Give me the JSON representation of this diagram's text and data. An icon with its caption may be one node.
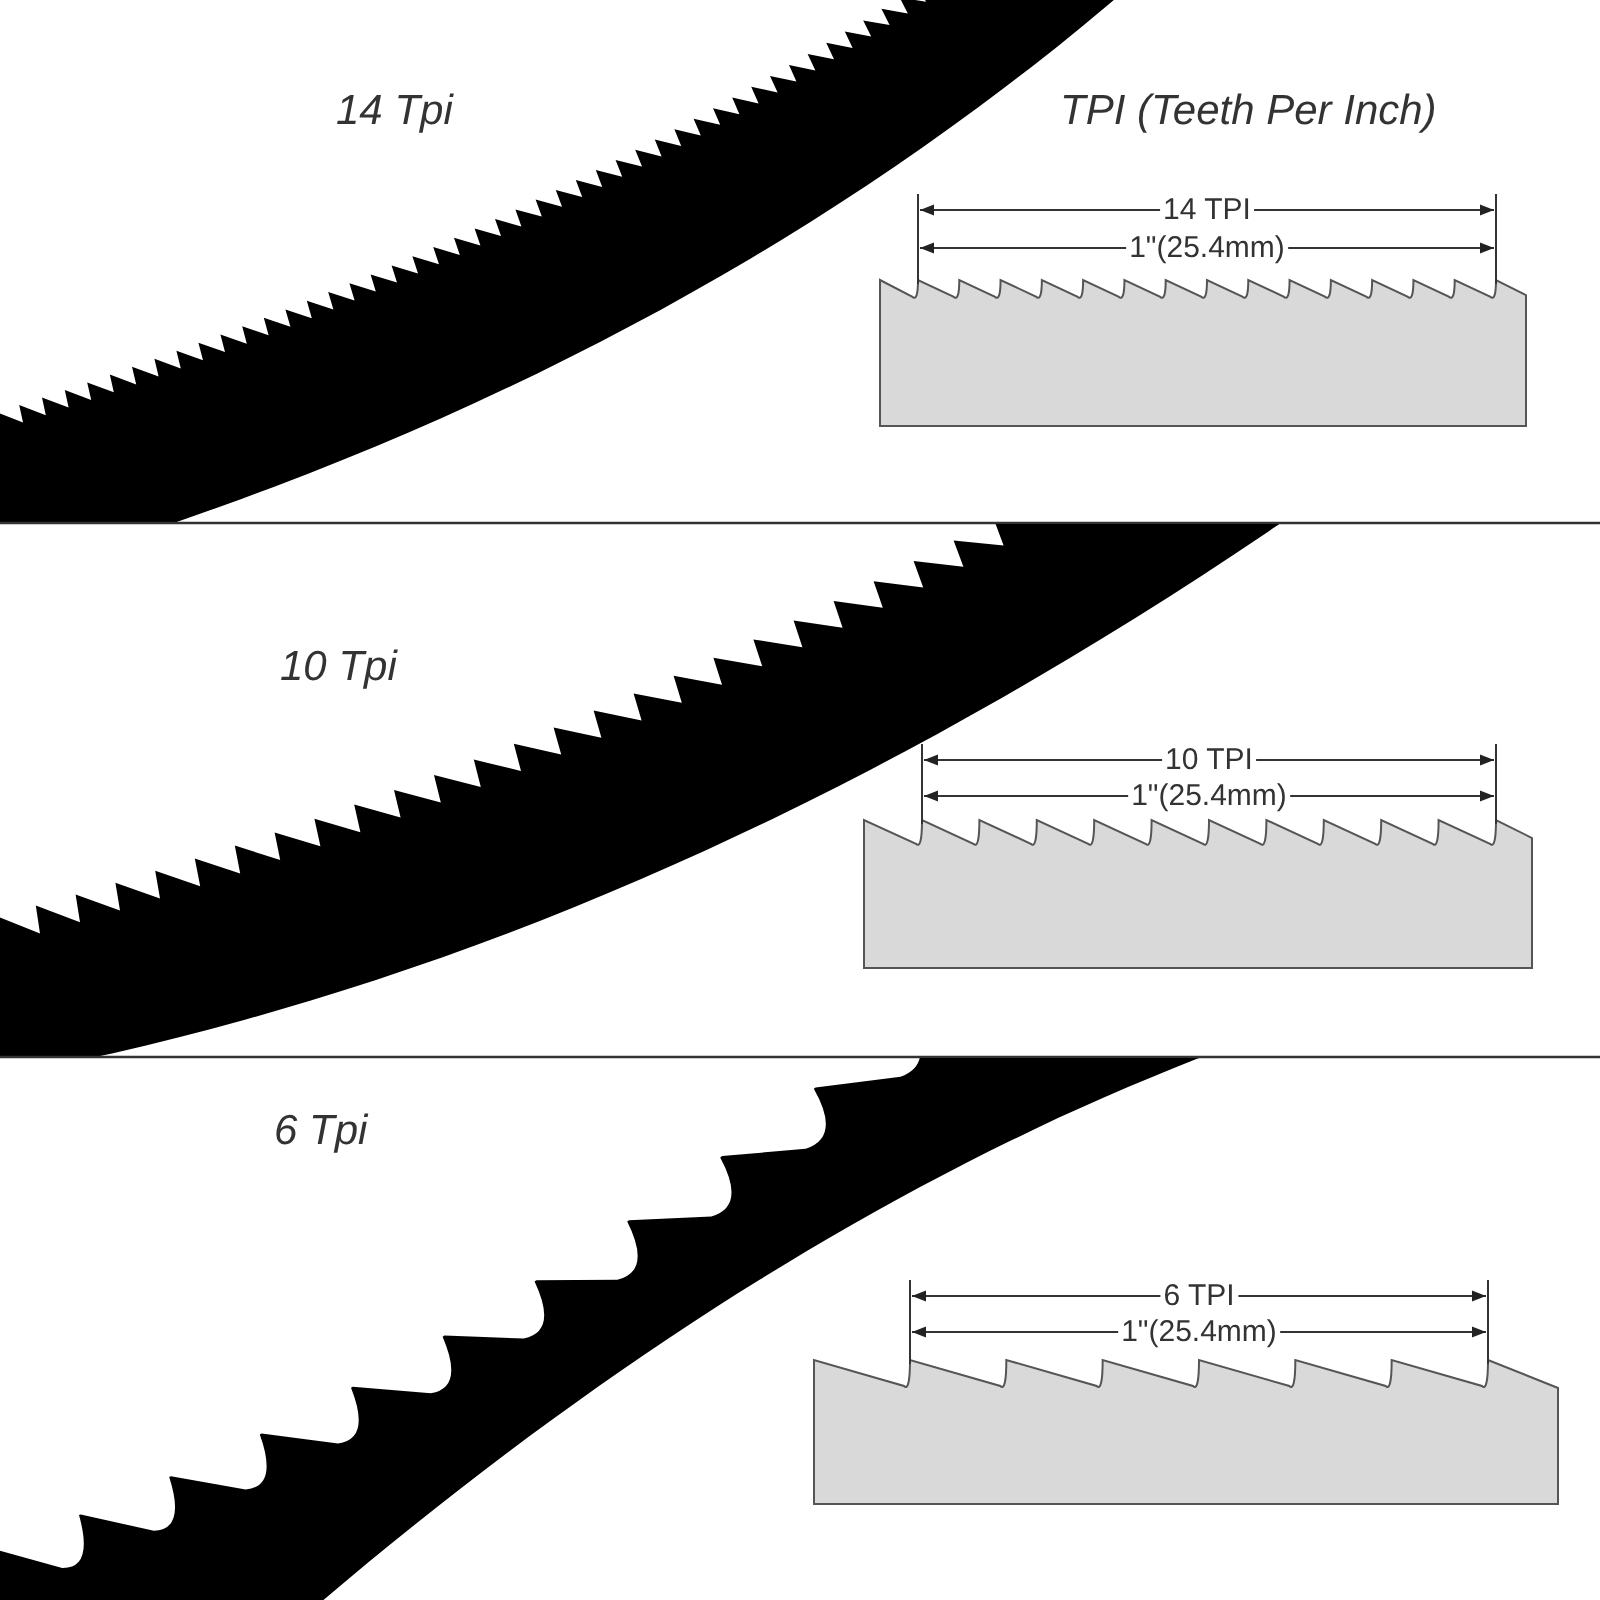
{
  "diagram": {
    "title": "TPI (Teeth Per Inch)",
    "labels": [
      "14 Tpi",
      "14 TPI",
      "1\"(25.4mm)",
      "10 Tpi",
      "10 TPI",
      "1\"(25.4mm)",
      "6 Tpi",
      "6 TPI",
      "1\"(25.4mm)"
    ]
  }
}
